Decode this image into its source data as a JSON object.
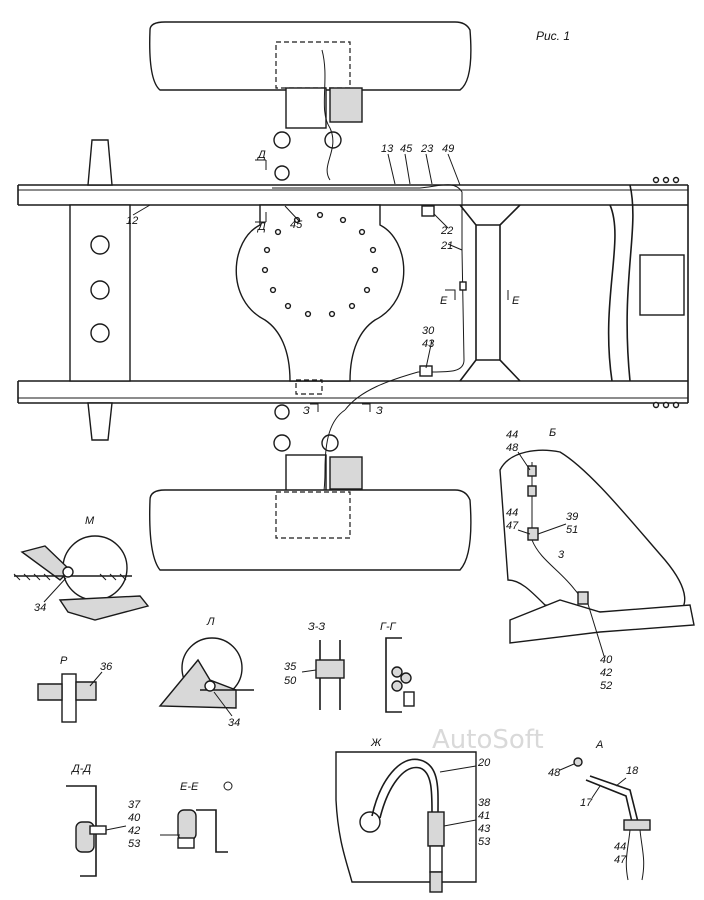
{
  "figure_title": "Рис. 1",
  "watermark": "AutoSoft",
  "main_view_labels": {
    "l12": "12",
    "l13": "13",
    "l45a": "45",
    "l23": "23",
    "l49": "49",
    "l45b": "45",
    "l22": "22",
    "l21": "21",
    "l30": "30",
    "l43": "43",
    "cut_d_top": "Д",
    "cut_d_bottom": "Д",
    "cut_e_left": "Е",
    "cut_e_right": "Е",
    "cut_z_left": "З",
    "cut_z_right": "З"
  },
  "view_b": {
    "title": "Б",
    "labels": [
      "44",
      "48",
      "44",
      "47",
      "39",
      "51",
      "3",
      "40",
      "42",
      "52"
    ]
  },
  "view_m": {
    "title": "М",
    "labels": [
      "34"
    ]
  },
  "view_r": {
    "title": "Р",
    "labels": [
      "36"
    ]
  },
  "view_l": {
    "title": "Л",
    "labels": [
      "34"
    ]
  },
  "view_zz": {
    "title": "З-З",
    "labels": [
      "35",
      "50"
    ]
  },
  "view_gg": {
    "title": "Г-Г"
  },
  "view_dd": {
    "title": "Д-Д",
    "labels": [
      "37",
      "40",
      "42",
      "53"
    ]
  },
  "view_ee": {
    "title": "Е-Е"
  },
  "view_zh": {
    "title": "Ж",
    "labels": [
      "20",
      "38",
      "41",
      "43",
      "53"
    ]
  },
  "view_a": {
    "title": "А",
    "labels": [
      "48",
      "18",
      "17",
      "44",
      "47"
    ]
  }
}
